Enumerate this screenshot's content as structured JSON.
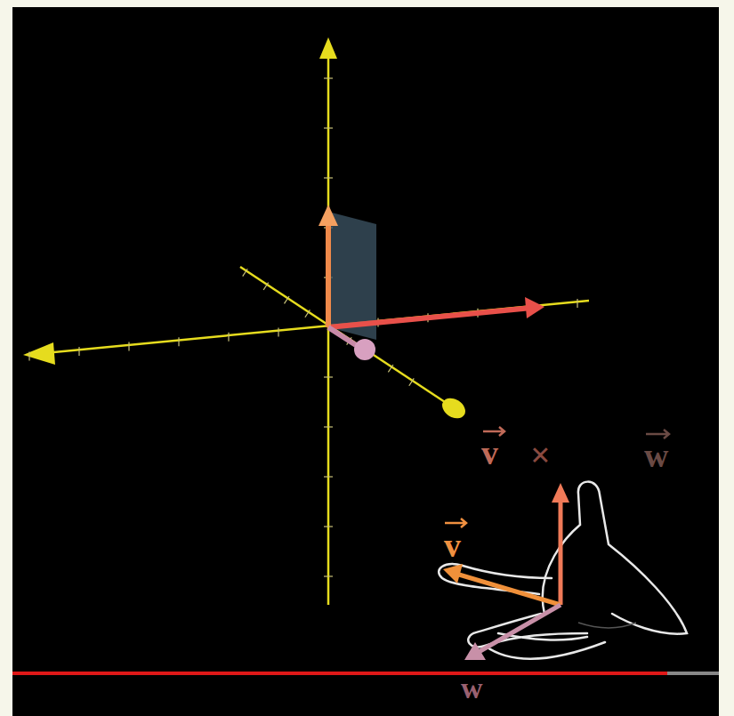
{
  "diagram": {
    "labels": [
      "v",
      "×",
      "w",
      "v",
      "w"
    ]
  }
}
